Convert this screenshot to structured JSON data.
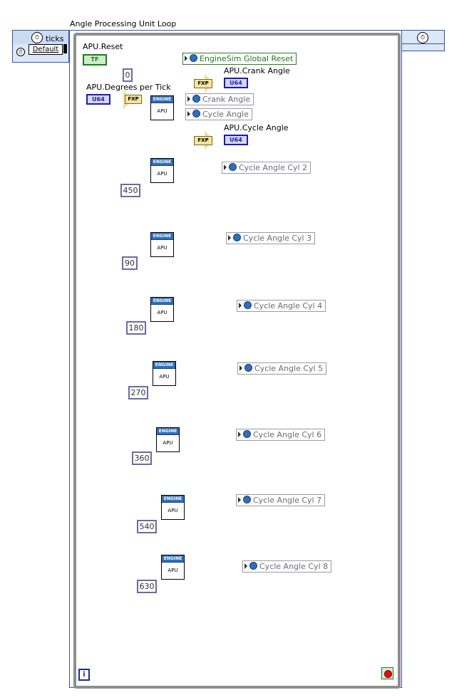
{
  "loop": {
    "title": "Angle Processing Unit Loop",
    "timing_source_label": "ticks",
    "timing_default": "Default"
  },
  "controls": {
    "reset_label": "APU.Reset",
    "reset_control_text": "TF",
    "degrees_label": "APU.Degrees per Tick",
    "degrees_control_text": "U64",
    "degrees_constant": "0"
  },
  "indicators": {
    "crank_angle_label": "APU.Crank Angle",
    "cycle_angle_label": "APU.Cycle Angle",
    "u64_text": "U64",
    "fxp_text": "FXP"
  },
  "globals": {
    "engine_reset": "EngineSim Global Reset",
    "crank_angle": "Crank Angle",
    "cycle_angle": "Cycle Angle",
    "cyl2": "Cycle Angle Cyl 2",
    "cyl3": "Cycle Angle Cyl 3",
    "cyl4": "Cycle Angle Cyl 4",
    "cyl5": "Cycle Angle Cyl 5",
    "cyl6": "Cycle Angle Cyl 6",
    "cyl7": "Cycle Angle Cyl 7",
    "cyl8": "Cycle Angle Cyl 8"
  },
  "offsets": [
    "450",
    "90",
    "180",
    "270",
    "360",
    "540",
    "630"
  ],
  "subvi": {
    "banner": "ENGINE",
    "body": "APU"
  },
  "footer": {
    "info_icon": "i"
  },
  "icons": {
    "timing_clock": "clock-icon",
    "global_variable": "globe-icon",
    "info": "info-icon",
    "stop": "stop-icon"
  },
  "colors": {
    "loop_border": "#8e8e8e",
    "boolean_wire": "#1c7a1c",
    "numeric_wire": "#5a5a8a",
    "integer_wire": "#1c1cb0"
  }
}
